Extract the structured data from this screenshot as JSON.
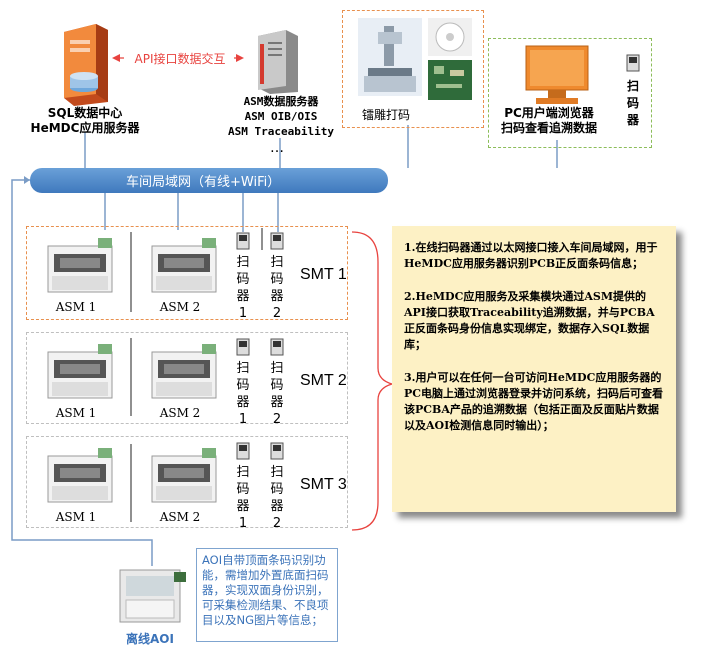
{
  "sql_server": {
    "line1": "SQL数据中心",
    "line2": "HeMDC应用服务器"
  },
  "api_label": "API接口数据交互",
  "asm_server": {
    "line1": "ASM数据服务器",
    "line2": "ASM OIB/OIS",
    "line3": "ASM Traceability"
  },
  "ellipsis": "…",
  "laser": {
    "label": "镭雕打码"
  },
  "pc": {
    "line1": "PC用户端浏览器",
    "line2": "扫码查看追溯数据"
  },
  "pc_scanner": {
    "chars": [
      "扫",
      "码",
      "器"
    ]
  },
  "network": {
    "label": "车间局域网（有线+WiFi）"
  },
  "lines": [
    {
      "name": "SMT 1",
      "asm": [
        "ASM 1",
        "ASM 2"
      ],
      "scanners": [
        {
          "chars": [
            "扫",
            "码",
            "器",
            "1"
          ]
        },
        {
          "chars": [
            "扫",
            "码",
            "器",
            "2"
          ]
        }
      ]
    },
    {
      "name": "SMT 2",
      "asm": [
        "ASM 1",
        "ASM 2"
      ],
      "scanners": [
        {
          "chars": [
            "扫",
            "码",
            "器",
            "1"
          ]
        },
        {
          "chars": [
            "扫",
            "码",
            "器",
            "2"
          ]
        }
      ]
    },
    {
      "name": "SMT 3",
      "asm": [
        "ASM 1",
        "ASM 2"
      ],
      "scanners": [
        {
          "chars": [
            "扫",
            "码",
            "器",
            "1"
          ]
        },
        {
          "chars": [
            "扫",
            "码",
            "器",
            "2"
          ]
        }
      ]
    }
  ],
  "notes": [
    "1.在线扫码器通过以太网接口接入车间局域网，用于HeMDC应用服务器识别PCB正反面条码信息；",
    "2.HeMDC应用服务及采集模块通过ASM提供的API接口获取Traceability追溯数据，并与PCBA正反面条码身份信息实现绑定，数据存入SQL数据库；",
    "3.用户可以在任何一台可访问HeMDC应用服务器的PC电脑上通过浏览器登录并访问系统，扫码后可查看该PCBA产品的追溯数据（包括正面及反面贴片数据以及AOI检测信息同时输出）；"
  ],
  "aoi": {
    "label": "离线AOI",
    "note": "AOI自带顶面条码识别功能，需增加外置底面扫码器，实现双面身份识别，可采集检测结果、不良项目以及NG图片等信息；"
  },
  "colors": {
    "network": "#3f79bd",
    "api": "#e8433f",
    "orange_dash": "#e8904e",
    "green_dash": "#8cbd5a",
    "note_bg": "#fdf1c5",
    "aoi_text": "#3b73b9"
  }
}
